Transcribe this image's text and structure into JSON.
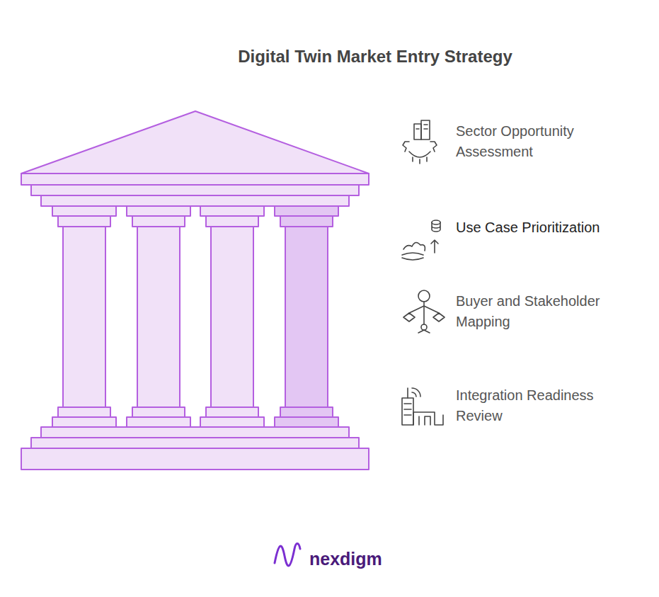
{
  "diagram": {
    "title": "Digital Twin Market Entry Strategy",
    "labels": [
      "Sector Opportunity Assessment",
      "Use Case Prioritization",
      "Buyer and Stakeholder Mapping",
      "Integration Readiness Review",
      "nexdigm"
    ]
  }
}
